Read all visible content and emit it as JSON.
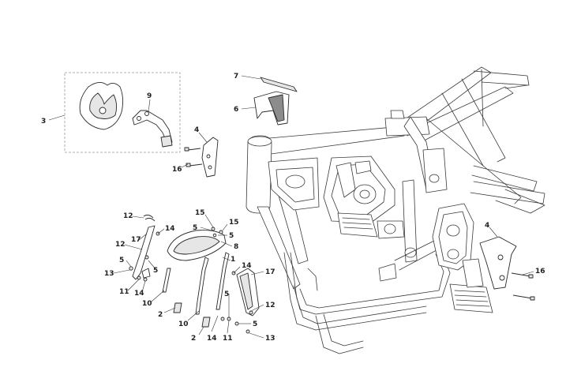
{
  "diagram": {
    "labels": [
      {
        "id": "callout-3",
        "text": "3"
      },
      {
        "id": "callout-9",
        "text": "9"
      },
      {
        "id": "callout-7",
        "text": "7"
      },
      {
        "id": "callout-6",
        "text": "6"
      },
      {
        "id": "callout-4-upper",
        "text": "4"
      },
      {
        "id": "callout-16-upper",
        "text": "16"
      },
      {
        "id": "callout-15-a",
        "text": "15"
      },
      {
        "id": "callout-15-b",
        "text": "15"
      },
      {
        "id": "callout-5-a",
        "text": "5"
      },
      {
        "id": "callout-5-b",
        "text": "5"
      },
      {
        "id": "callout-8",
        "text": "8"
      },
      {
        "id": "callout-12-a",
        "text": "12"
      },
      {
        "id": "callout-14-a",
        "text": "14"
      },
      {
        "id": "callout-12-b",
        "text": "12"
      },
      {
        "id": "callout-17-a",
        "text": "17"
      },
      {
        "id": "callout-5-c",
        "text": "5"
      },
      {
        "id": "callout-13-a",
        "text": "13"
      },
      {
        "id": "callout-5-d",
        "text": "5"
      },
      {
        "id": "callout-11-a",
        "text": "11"
      },
      {
        "id": "callout-14-b",
        "text": "14"
      },
      {
        "id": "callout-10-a",
        "text": "10"
      },
      {
        "id": "callout-1",
        "text": "1"
      },
      {
        "id": "callout-14-c",
        "text": "14"
      },
      {
        "id": "callout-17-b",
        "text": "17"
      },
      {
        "id": "callout-2-a",
        "text": "2"
      },
      {
        "id": "callout-5-e",
        "text": "5"
      },
      {
        "id": "callout-12-c",
        "text": "12"
      },
      {
        "id": "callout-10-b",
        "text": "10"
      },
      {
        "id": "callout-2-b",
        "text": "2"
      },
      {
        "id": "callout-14-d",
        "text": "14"
      },
      {
        "id": "callout-11-b",
        "text": "11"
      },
      {
        "id": "callout-5-f",
        "text": "5"
      },
      {
        "id": "callout-13-b",
        "text": "13"
      },
      {
        "id": "callout-4-lower",
        "text": "4"
      },
      {
        "id": "callout-16-lower",
        "text": "16"
      }
    ]
  }
}
